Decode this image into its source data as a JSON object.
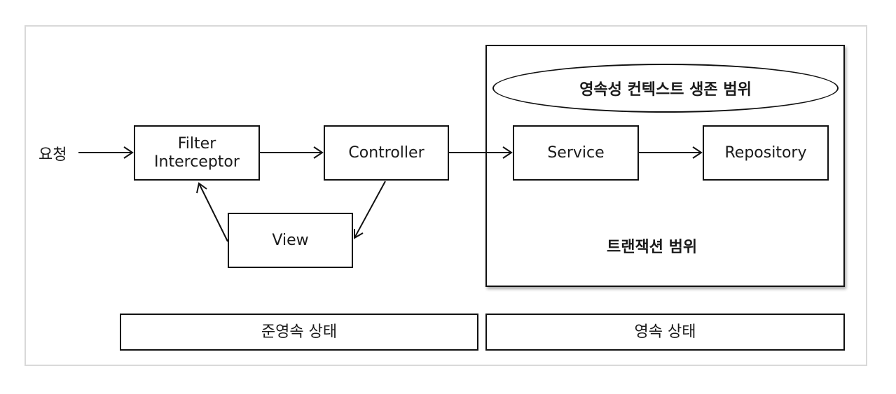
{
  "request_label": "요청",
  "nodes": {
    "filter": {
      "line1": "Filter",
      "line2": "Interceptor"
    },
    "controller": "Controller",
    "view": "View",
    "service": "Service",
    "repository": "Repository"
  },
  "regions": {
    "persistence_context": "영속성 컨텍스트 생존 범위",
    "transaction": "트랜잭션 범위"
  },
  "states": {
    "quasi_persistent": "준영속 상태",
    "persistent": "영속 상태"
  }
}
